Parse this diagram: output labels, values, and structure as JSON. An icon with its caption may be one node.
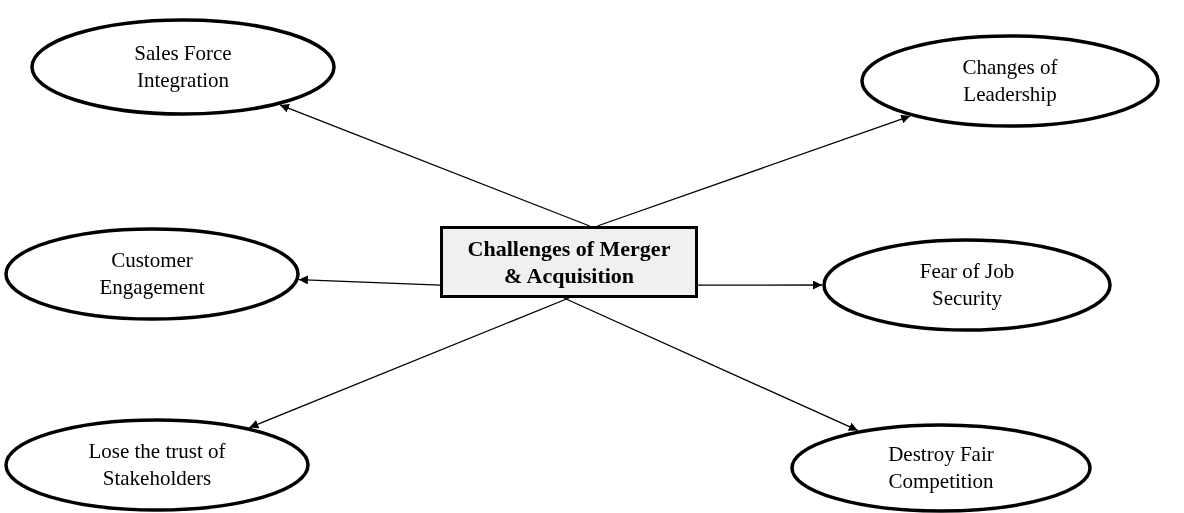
{
  "diagram": {
    "nodes": [
      {
        "text": [
          "Challenges of Merger & Acquisition"
        ]
      },
      {
        "text": [
          "Sales Force Integration"
        ]
      },
      {
        "text": [
          "Changes of Leadership"
        ]
      },
      {
        "text": [
          "Customer Engagement"
        ]
      },
      {
        "text": [
          "Fear of Job Security"
        ]
      },
      {
        "text": [
          "Lose the trust of Stakeholders"
        ]
      },
      {
        "text": [
          "Destroy Fair Competition"
        ]
      }
    ],
    "edges": [
      {
        "from": 0,
        "to": 1,
        "arrow": "to"
      },
      {
        "from": 0,
        "to": 2,
        "arrow": "to"
      },
      {
        "from": 0,
        "to": 3,
        "arrow": "to"
      },
      {
        "from": 0,
        "to": 4,
        "arrow": "to"
      },
      {
        "from": 0,
        "to": 5,
        "arrow": "to"
      },
      {
        "from": 0,
        "to": 6,
        "arrow": "to"
      }
    ]
  }
}
